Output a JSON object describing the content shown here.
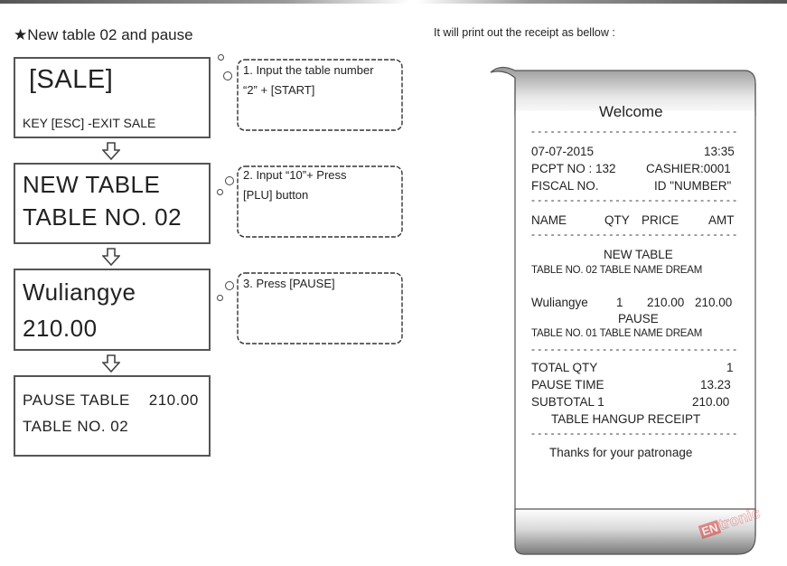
{
  "left": {
    "heading": "★New table 02 and pause",
    "box1": {
      "line1": "[SALE]",
      "line2": "KEY  [ESC] -EXIT SALE"
    },
    "box2": {
      "line1": "NEW TABLE",
      "line2": "TABLE NO. 02"
    },
    "box3": {
      "line1": "Wuliangye",
      "line2": "210.00"
    },
    "box4": {
      "line1": "PAUSE TABLE    210.00",
      "line2": "TABLE NO. 02"
    },
    "bubble1": {
      "line1": "1. Input the table number",
      "line2": "“2” + [START]"
    },
    "bubble2": {
      "line1": "2. Input “10”+ Press",
      "line2": "[PLU] button"
    },
    "bubble3": {
      "line1": "3. Press  [PAUSE]"
    }
  },
  "right": {
    "intro": "It will print out the receipt as bellow :",
    "receipt": {
      "welcome": "Welcome",
      "date": "07-07-2015",
      "time": "13:35",
      "pcpt": "PCPT NO : 132",
      "cashier": "CASHIER:0001",
      "fiscal": "FISCAL NO.",
      "id": "ID \"NUMBER\"",
      "col_name": "NAME",
      "col_qty": "QTY",
      "col_price": "PRICE",
      "col_amt": "AMT",
      "new_table": "NEW TABLE",
      "table_line1": "TABLE NO. 02  TABLE NAME  DREAM",
      "item_name": "Wuliangye",
      "item_qty": "1",
      "item_price": "210.00",
      "item_amt": "210.00",
      "pause": "PAUSE",
      "table_line2": "TABLE NO. 01  TABLE NAME  DREAM",
      "total_qty_label": "TOTAL  QTY",
      "total_qty_value": "1",
      "pause_time_label": "PAUSE TIME",
      "pause_time_value": "13.23",
      "subtotal_label": "SUBTOTAL  1",
      "subtotal_value": "210.00",
      "hangup": "TABLE HANGUP RECEIPT",
      "thanks": "Thanks for your patronage",
      "dashes": "--------------------------------------"
    },
    "watermark": {
      "part1": "EN",
      "part2": "tronic"
    }
  },
  "colors": {
    "border": "#555555",
    "text": "#222222",
    "watermark": "#e03a3a"
  }
}
